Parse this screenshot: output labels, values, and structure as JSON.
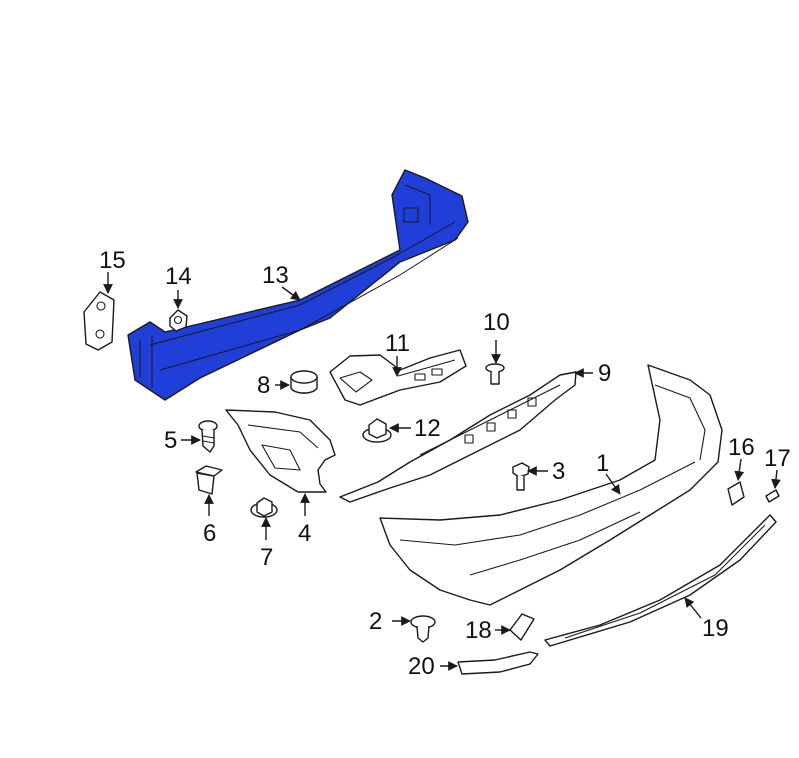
{
  "highlight_color": "#1f3fd8",
  "outline_color": "#1a1a1a",
  "callouts": {
    "c1": "1",
    "c2": "2",
    "c3": "3",
    "c4": "4",
    "c5": "5",
    "c6": "6",
    "c7": "7",
    "c8": "8",
    "c9": "9",
    "c10": "10",
    "c11": "11",
    "c12": "12",
    "c13": "13",
    "c14": "14",
    "c15": "15",
    "c16": "16",
    "c17": "17",
    "c18": "18",
    "c19": "19",
    "c20": "20"
  }
}
